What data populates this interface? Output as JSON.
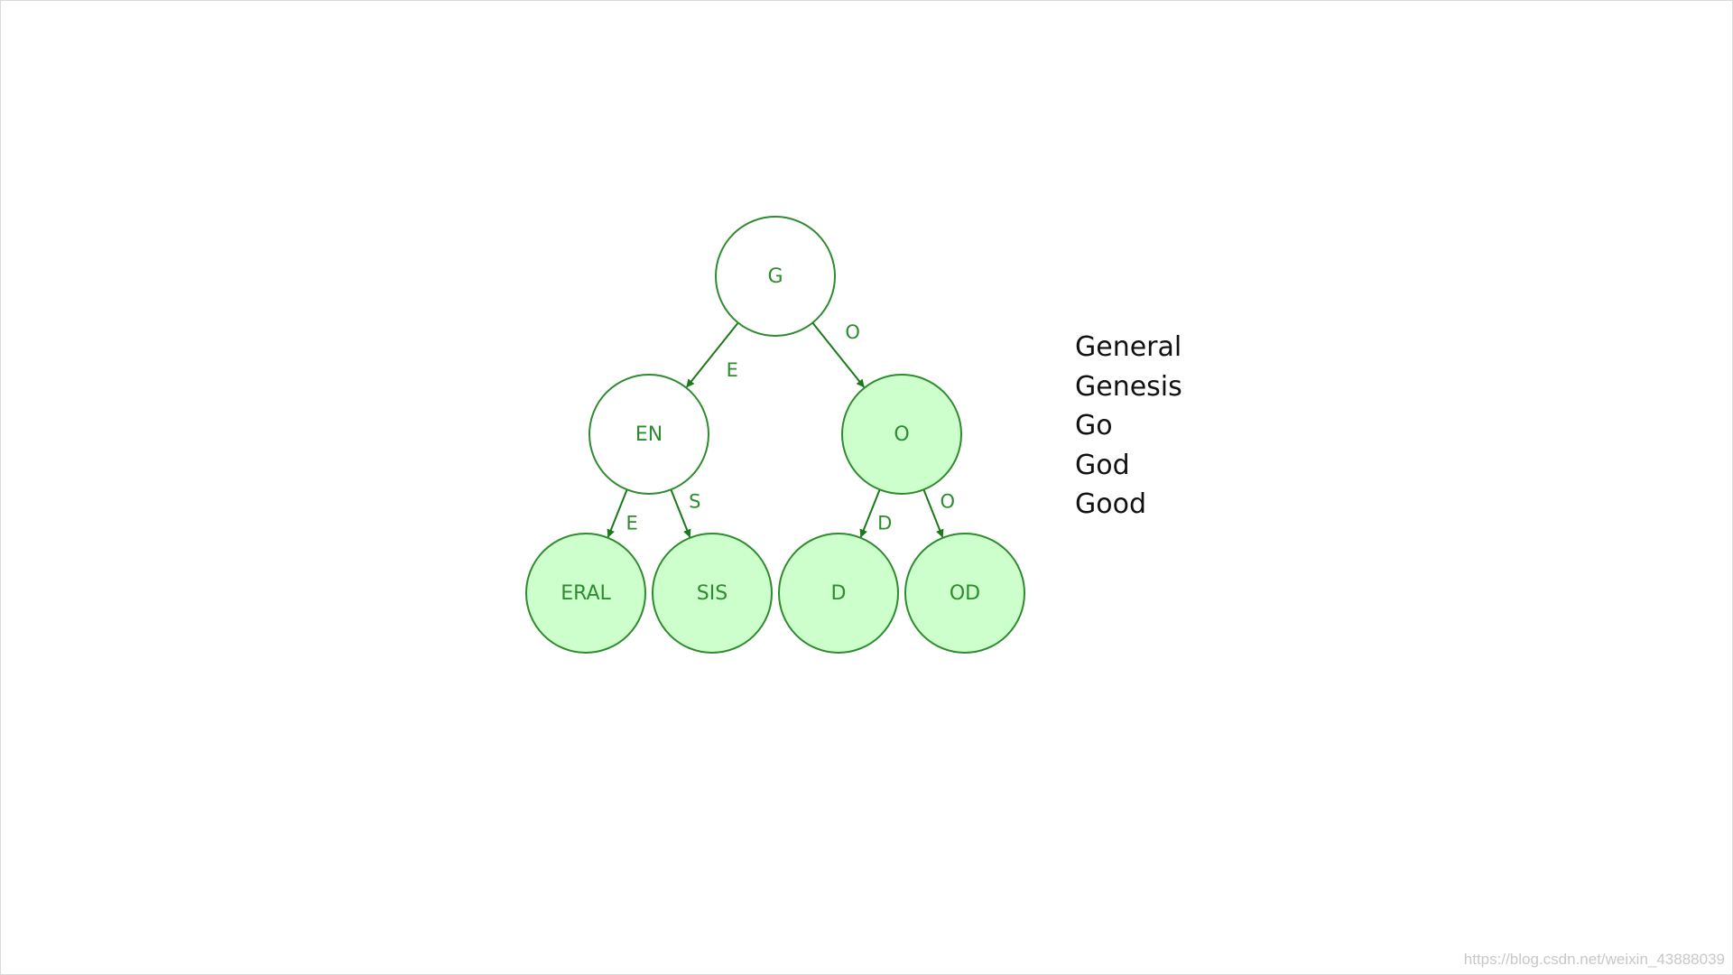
{
  "tree": {
    "nodes": [
      {
        "id": "root",
        "label": "G",
        "filled": false
      },
      {
        "id": "en",
        "label": "EN",
        "filled": false
      },
      {
        "id": "o",
        "label": "O",
        "filled": true
      },
      {
        "id": "eral",
        "label": "ERAL",
        "filled": true
      },
      {
        "id": "sis",
        "label": "SIS",
        "filled": true
      },
      {
        "id": "d",
        "label": "D",
        "filled": true
      },
      {
        "id": "od",
        "label": "OD",
        "filled": true
      }
    ],
    "edges": [
      {
        "from": "root",
        "to": "en",
        "label": "E"
      },
      {
        "from": "root",
        "to": "o",
        "label": "O"
      },
      {
        "from": "en",
        "to": "eral",
        "label": "E"
      },
      {
        "from": "en",
        "to": "sis",
        "label": "S"
      },
      {
        "from": "o",
        "to": "d",
        "label": "D"
      },
      {
        "from": "o",
        "to": "od",
        "label": "O"
      }
    ],
    "colors": {
      "stroke": "#2e8b2e",
      "fill_terminal": "#ccffcc",
      "fill_internal": "#ffffff",
      "arrow": "#1a7a1a"
    }
  },
  "words": [
    "General",
    "Genesis",
    "Go",
    "God",
    "Good"
  ],
  "watermark": "https://blog.csdn.net/weixin_43888039"
}
